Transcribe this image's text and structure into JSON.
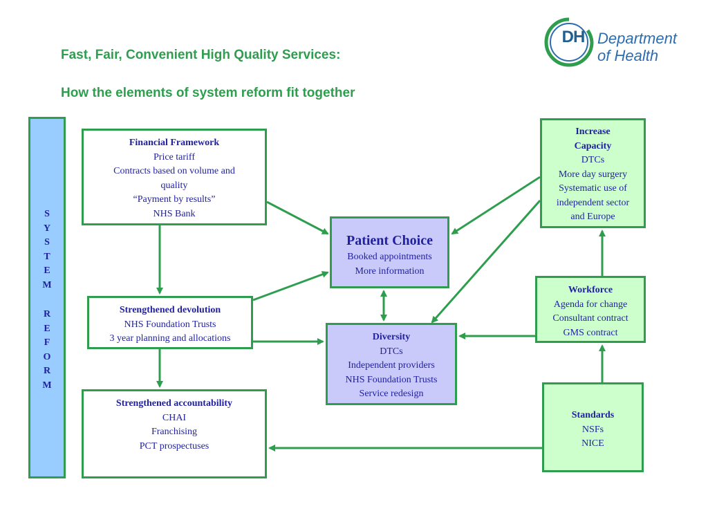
{
  "title": {
    "line1": "Fast, Fair, Convenient High Quality Services:",
    "line2": "How the elements of system reform fit together"
  },
  "logo": {
    "mark": "DH",
    "line1": "Department",
    "line2": "of Health"
  },
  "system_reform": {
    "word1": [
      "S",
      "Y",
      "S",
      "T",
      "E",
      "M"
    ],
    "word2": [
      "R",
      "E",
      "F",
      "O",
      "R",
      "M"
    ]
  },
  "boxes": {
    "financial": {
      "heading": "Financial Framework",
      "lines": [
        "Price tariff",
        "Contracts based on volume and",
        "quality",
        "“Payment by results”",
        "NHS Bank"
      ]
    },
    "devolution": {
      "heading": "Strengthened devolution",
      "lines": [
        "NHS Foundation Trusts",
        "3 year planning and allocations"
      ]
    },
    "accountability": {
      "heading": "Strengthened accountability",
      "lines": [
        "CHAI",
        "Franchising",
        "PCT prospectuses"
      ]
    },
    "patient": {
      "heading": "Patient Choice",
      "lines": [
        "Booked appointments",
        "More information"
      ]
    },
    "diversity": {
      "heading": "Diversity",
      "lines": [
        "DTCs",
        "Independent providers",
        "NHS Foundation Trusts",
        "Service redesign"
      ]
    },
    "capacity": {
      "heading_lines": [
        "Increase",
        "Capacity"
      ],
      "lines": [
        "DTCs",
        "More day surgery",
        "Systematic use of",
        "independent sector",
        "and Europe"
      ]
    },
    "workforce": {
      "heading": "Workforce",
      "lines": [
        "Agenda for change",
        "Consultant contract",
        "GMS contract"
      ]
    },
    "standards": {
      "heading": "Standards",
      "lines": [
        "NSFs",
        "NICE"
      ]
    }
  },
  "colors": {
    "title": "#2e9e4e",
    "border": "#2e9e4e",
    "arrow": "#2e9e4e",
    "text": "#1f1fa0",
    "purple_fill": "#c9c9fa",
    "green_fill": "#ccffcc",
    "system_reform_fill": "#99ccff",
    "logo": "#2b6cb0"
  },
  "connections": [
    {
      "from": "financial",
      "to": "patient"
    },
    {
      "from": "financial",
      "to": "devolution"
    },
    {
      "from": "devolution",
      "to": "patient"
    },
    {
      "from": "devolution",
      "to": "diversity"
    },
    {
      "from": "devolution",
      "to": "accountability"
    },
    {
      "from": "patient",
      "to": "diversity",
      "bidirectional": true
    },
    {
      "from": "capacity",
      "to": "patient"
    },
    {
      "from": "capacity",
      "to": "diversity"
    },
    {
      "from": "workforce",
      "to": "capacity"
    },
    {
      "from": "workforce",
      "to": "diversity"
    },
    {
      "from": "standards",
      "to": "workforce"
    },
    {
      "from": "standards",
      "to": "accountability"
    }
  ]
}
